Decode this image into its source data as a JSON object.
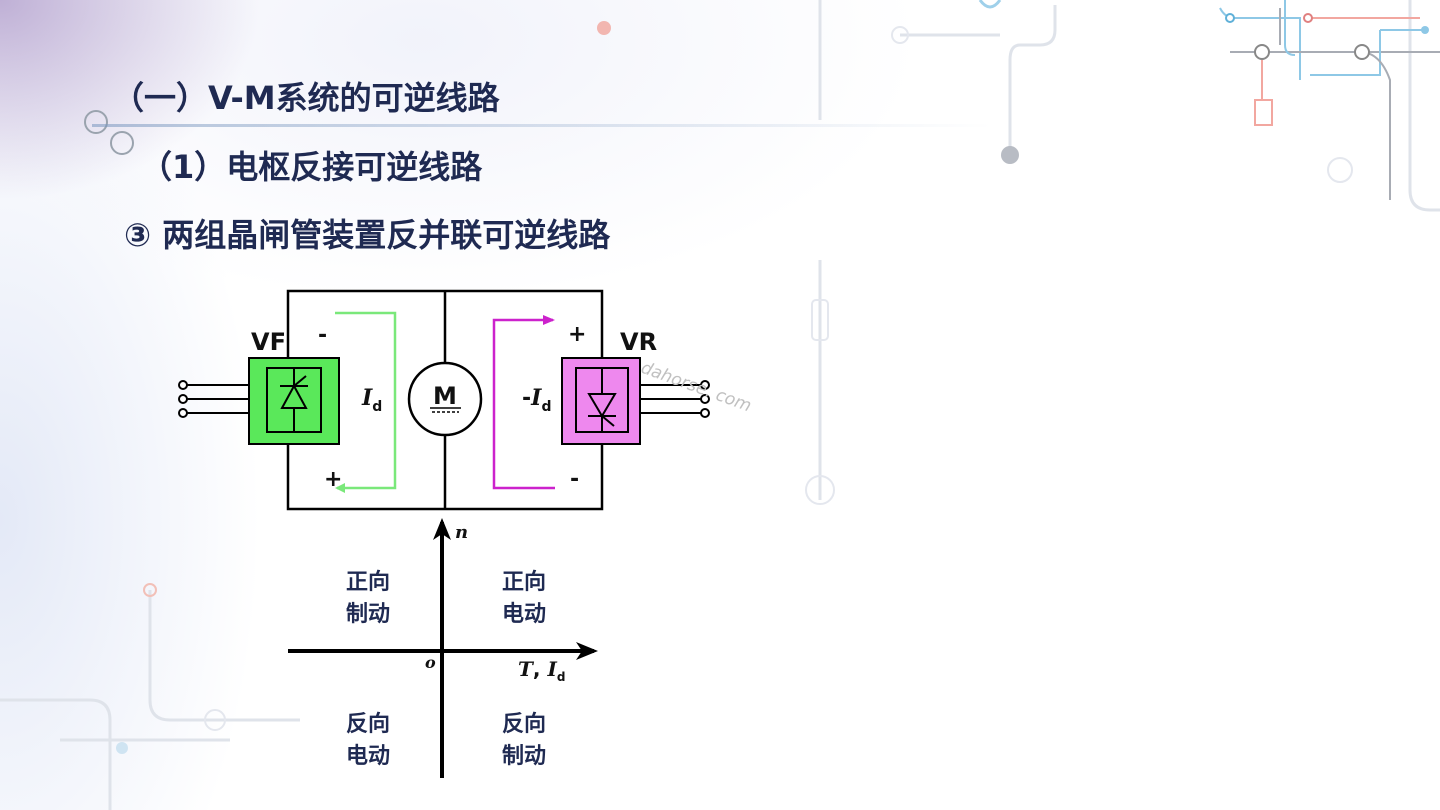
{
  "headings": {
    "section": "（一）V-M系统的可逆线路",
    "subsection": "（1）电枢反接可逆线路",
    "item": "③ 两组晶闸管装置反并联可逆线路"
  },
  "circuit": {
    "vf_label": "VF",
    "vr_label": "VR",
    "motor_label": "M",
    "left_current_label": "I",
    "left_current_sub": "d",
    "right_current_prefix": "-",
    "right_current_label": "I",
    "right_current_sub": "d",
    "vf_top_sign": "-",
    "vf_bottom_sign": "+",
    "vr_top_sign": "+",
    "vr_bottom_sign": "-",
    "watermark": "dahorse. com",
    "colors": {
      "vf_fill": "#5ae85a",
      "vr_fill": "#ee88ee",
      "left_current_arrow": "#7ae87a",
      "right_current_arrow": "#cc22cc"
    }
  },
  "quadrant": {
    "y_axis_label": "n",
    "x_axis_label_T": "T",
    "x_axis_label_I": "I",
    "x_axis_label_sub": "d",
    "origin_label": "o",
    "q1_line1": "正向",
    "q1_line2": "电动",
    "q2_line1": "正向",
    "q2_line1_b": "制动",
    "q3_line1": "反向",
    "q3_line2": "电动",
    "q4_line1": "反向",
    "q4_line2": "制动"
  }
}
